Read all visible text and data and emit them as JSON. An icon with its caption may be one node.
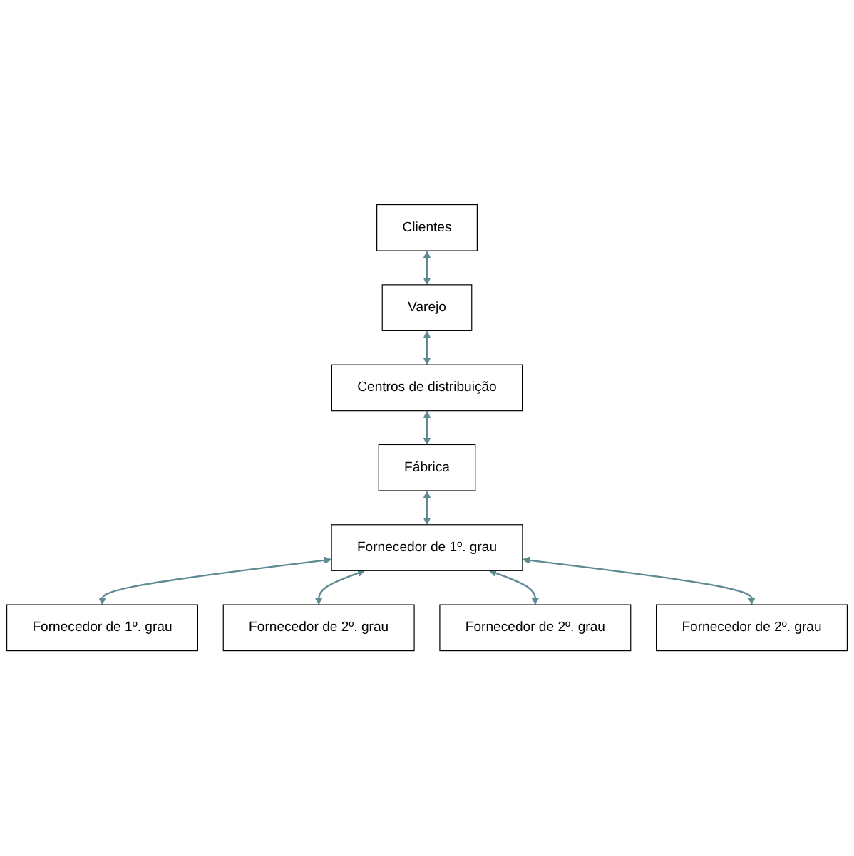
{
  "diagram": {
    "nodes": [
      {
        "text": [
          "Clientes"
        ]
      },
      {
        "text": [
          "Varejo"
        ]
      },
      {
        "text": [
          "Centros de distribuição"
        ]
      },
      {
        "text": [
          "Fábrica"
        ]
      },
      {
        "text": [
          "Fornecedor de 1º. grau"
        ]
      },
      {
        "text": [
          "Fornecedor de 1º. grau"
        ]
      },
      {
        "text": [
          "Fornecedor de 2º. grau"
        ]
      },
      {
        "text": [
          "Fornecedor de 2º. grau"
        ]
      },
      {
        "text": [
          "Fornecedor de 2º. grau"
        ]
      }
    ],
    "edges": [
      {
        "from": 0,
        "to": 1,
        "arrow": "both"
      },
      {
        "from": 1,
        "to": 2,
        "arrow": "both"
      },
      {
        "from": 2,
        "to": 3,
        "arrow": "both"
      },
      {
        "from": 3,
        "to": 4,
        "arrow": "both"
      },
      {
        "from": 4,
        "to": 5,
        "arrow": "both"
      },
      {
        "from": 4,
        "to": 6,
        "arrow": "both"
      },
      {
        "from": 4,
        "to": 7,
        "arrow": "both"
      },
      {
        "from": 4,
        "to": 8,
        "arrow": "both"
      }
    ]
  }
}
